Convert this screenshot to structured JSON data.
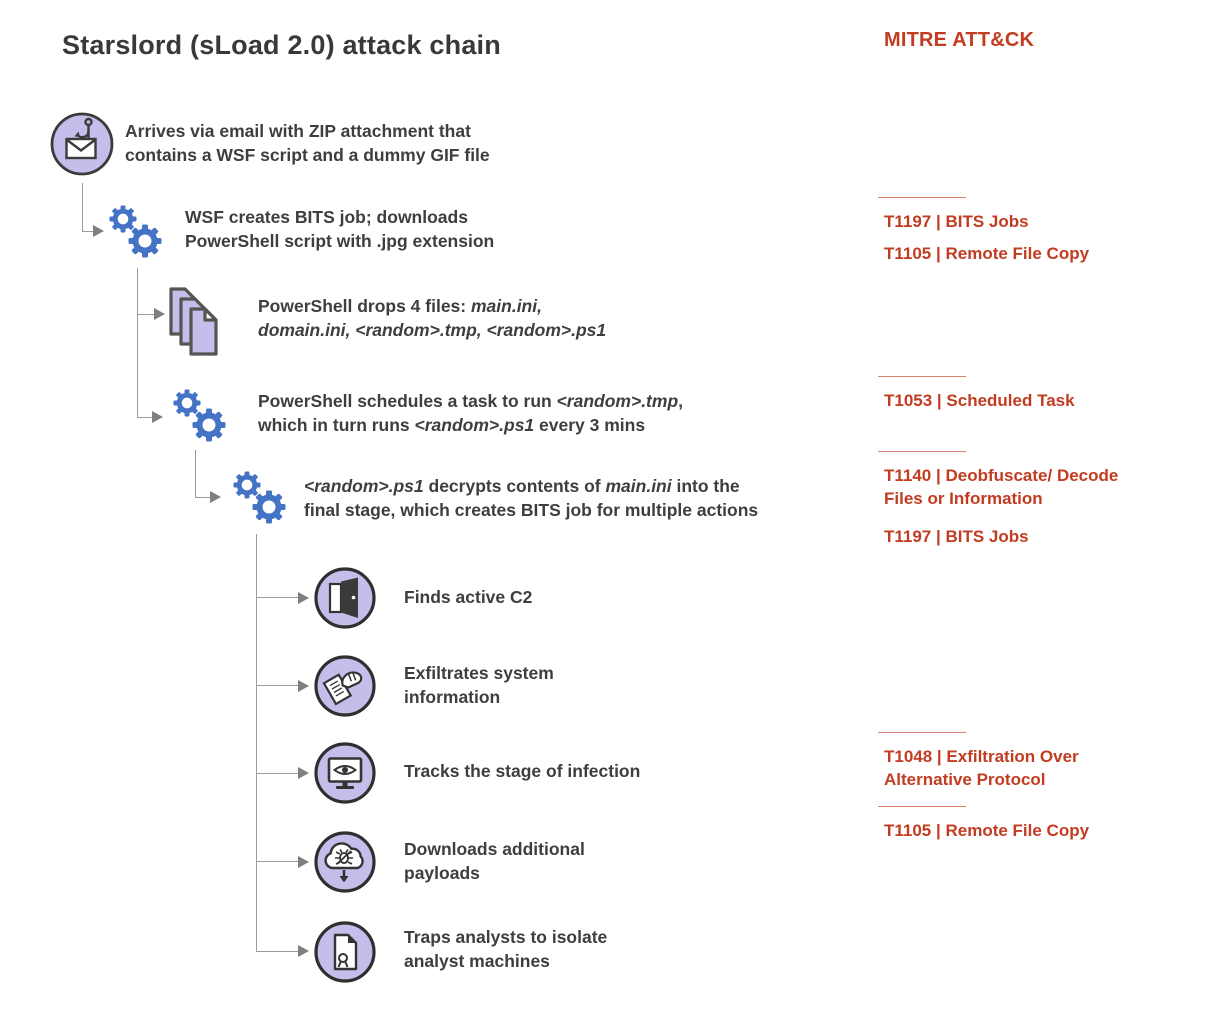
{
  "title": "Starslord (sLoad 2.0) attack chain",
  "colors": {
    "accent_red": "#c23c21",
    "icon_lavender": "#c5beeb",
    "icon_outline": "#3b3b3b",
    "gear_blue": "#4472c4",
    "text_dark": "#3e3e3e",
    "connector_gray": "#9b9b9b"
  },
  "icons": {
    "step1": "phishing-email-icon",
    "step2": "gears-icon",
    "step3": "dropped-files-icon",
    "step4": "gears-icon",
    "step5": "gears-icon",
    "sub1": "open-door-icon",
    "sub2": "exfiltration-hand-icon",
    "sub3": "monitor-eye-icon",
    "sub4": "cloud-malware-download-icon",
    "sub5": "certificate-document-icon"
  },
  "flow": {
    "step1": {
      "line1": "Arrives via email with ZIP attachment that",
      "line2": "contains a WSF script and a dummy GIF file"
    },
    "step2": {
      "line1": "WSF creates BITS job; downloads",
      "line2": "PowerShell script with .jpg extension"
    },
    "step3": {
      "l1s1": "PowerShell drops 4 files: ",
      "l1s2": "main.ini,",
      "l2s1": "domain.ini, <random>.tmp, <random>.ps1"
    },
    "step4": {
      "l1s1": "PowerShell schedules a task to run ",
      "l1s2": "<random>.tmp",
      "l1s3": ",",
      "l2s1": "which in turn runs ",
      "l2s2": "<random>.ps1",
      "l2s3": " every 3 mins"
    },
    "step5": {
      "l1s1": "<random>.ps1",
      "l1s2": " decrypts contents of ",
      "l1s3": "main.ini",
      "l1s4": " into the",
      "l2s1": "final stage, which creates BITS job for multiple actions"
    },
    "substeps": [
      {
        "label": "Finds active C2"
      },
      {
        "label": "Exfiltrates system information"
      },
      {
        "label": "Tracks the stage of infection"
      },
      {
        "label": "Downloads additional payloads"
      },
      {
        "label": "Traps analysts to isolate analyst machines"
      }
    ]
  },
  "mitre": {
    "header": "MITRE ATT&CK",
    "groups": [
      {
        "items": [
          "T1197 | BITS Jobs",
          "T1105 | Remote File Copy"
        ]
      },
      {
        "items": [
          "T1053 | Scheduled Task"
        ]
      },
      {
        "items": [
          "T1140 | Deobfuscate/ Decode Files or Information",
          "T1197 | BITS Jobs"
        ]
      },
      {
        "items": [
          "T1048 | Exfiltration Over Alternative Protocol"
        ]
      },
      {
        "items": [
          "T1105 | Remote File Copy"
        ]
      }
    ]
  }
}
